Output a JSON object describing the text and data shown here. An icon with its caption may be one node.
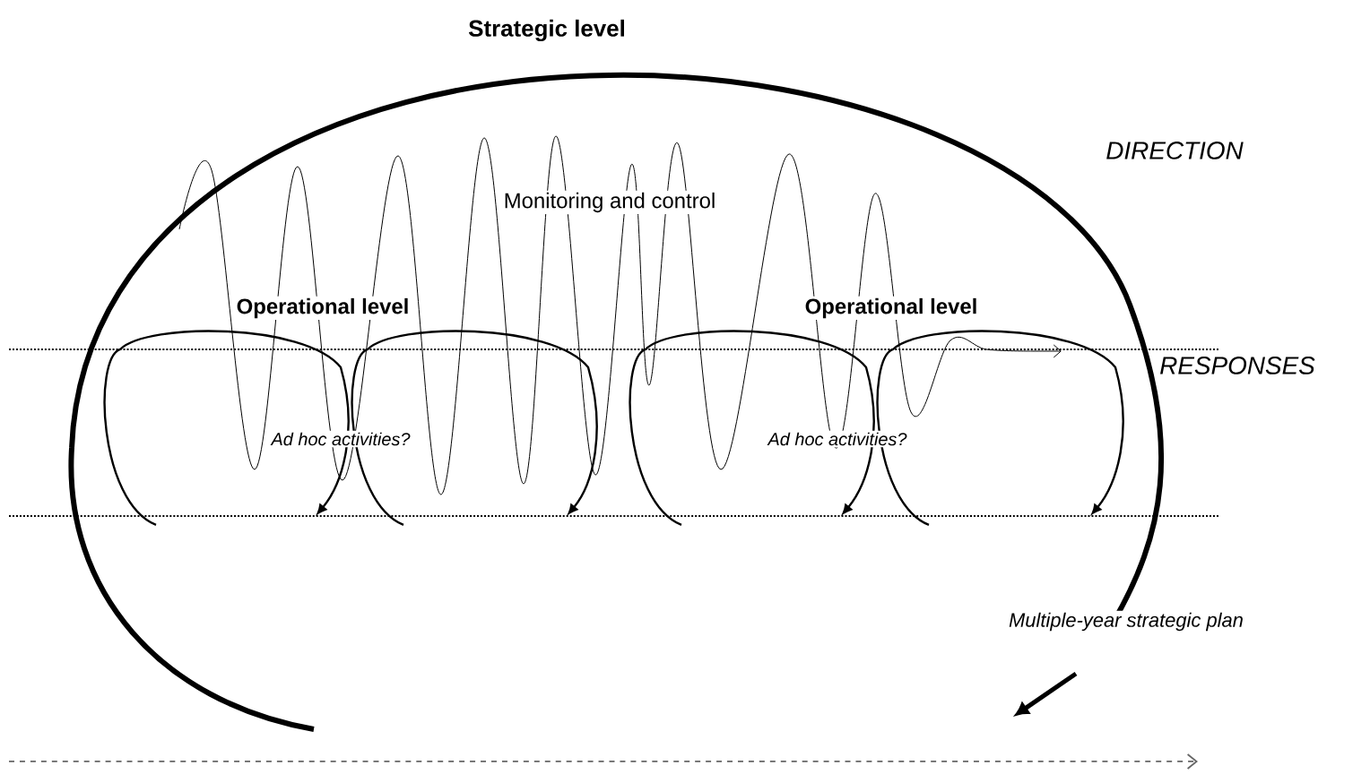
{
  "diagram": {
    "title": "Strategic level",
    "labels": [
      "DIRECTION",
      "Monitoring and control",
      "Operational level",
      "Operational level",
      "RESPONSES",
      "Ad hoc activities?",
      "Ad hoc activities?",
      "Multiple-year strategic plan"
    ]
  }
}
